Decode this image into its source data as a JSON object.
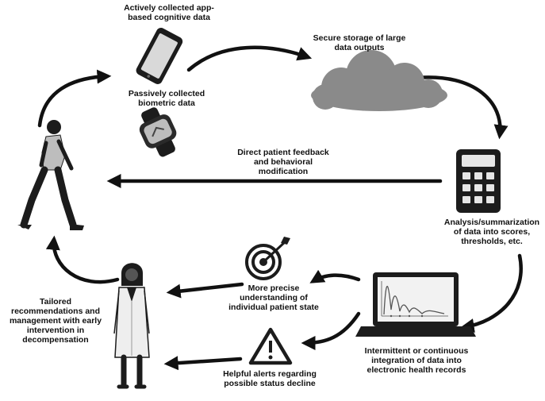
{
  "labels": {
    "active_data": [
      "Actively collected app-",
      "based cognitive data"
    ],
    "passive_data": [
      "Passively collected",
      "biometric data"
    ],
    "secure_storage": [
      "Secure storage of large",
      "data outputs"
    ],
    "analysis": [
      "Analysis/summarization",
      "of data into scores,",
      "thresholds, etc."
    ],
    "feedback": [
      "Direct patient feedback",
      "and behavioral",
      "modification"
    ],
    "integration": [
      "Intermittent or continuous",
      "integration of data into",
      "electronic health records"
    ],
    "precise": [
      "More precise",
      "understanding of",
      "individual patient state"
    ],
    "alerts": [
      "Helpful alerts regarding",
      "possible status decline"
    ],
    "tailored": [
      "Tailored",
      "recommendations and",
      "management with early",
      "intervention in",
      "decompensation"
    ]
  },
  "icons": [
    "smartphone-icon",
    "smartwatch-icon",
    "cloud-icon",
    "calculator-icon",
    "laptop-icon",
    "target-icon",
    "warning-icon",
    "patient-walking-icon",
    "clinician-icon"
  ],
  "colors": {
    "ink": "#111111",
    "cloud": "#8a8a8a",
    "device": "#1c1c1c"
  }
}
